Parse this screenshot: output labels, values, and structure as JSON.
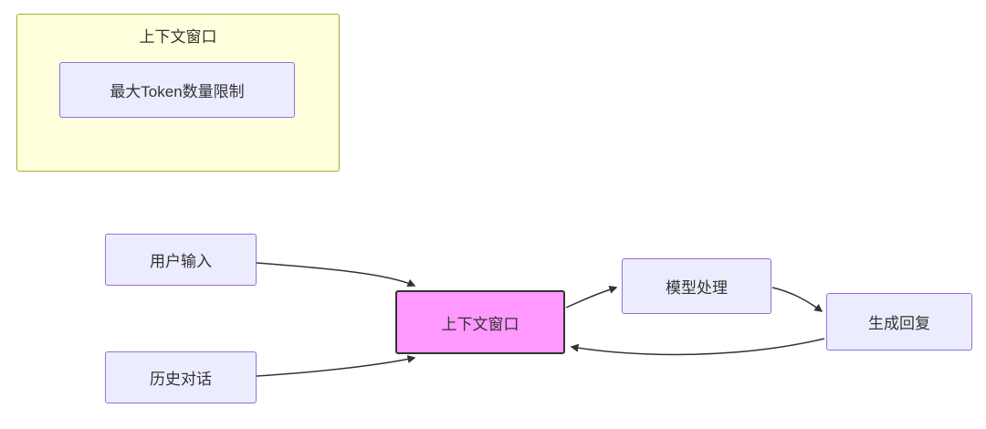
{
  "diagram": {
    "type": "flowchart",
    "subgraph": {
      "title": "上下文窗口",
      "inner_node": "最大Token数量限制"
    },
    "nodes": {
      "user_input": "用户输入",
      "history_dialog": "历史对话",
      "context_window": "上下文窗口",
      "model_processing": "模型处理",
      "generate_reply": "生成回复"
    },
    "edges": [
      {
        "from": "用户输入",
        "to": "上下文窗口"
      },
      {
        "from": "历史对话",
        "to": "上下文窗口"
      },
      {
        "from": "上下文窗口",
        "to": "模型处理"
      },
      {
        "from": "模型处理",
        "to": "生成回复"
      },
      {
        "from": "生成回复",
        "to": "上下文窗口"
      }
    ],
    "colors": {
      "background": "#ffffff",
      "subgraph_fill": "#ffffde",
      "subgraph_border": "#aaaa33",
      "node_fill": "#ececff",
      "node_border": "#9370db",
      "highlight_fill": "#ff99ff",
      "highlight_border": "#333333",
      "edge_color": "#333333",
      "text_color": "#333333"
    }
  }
}
